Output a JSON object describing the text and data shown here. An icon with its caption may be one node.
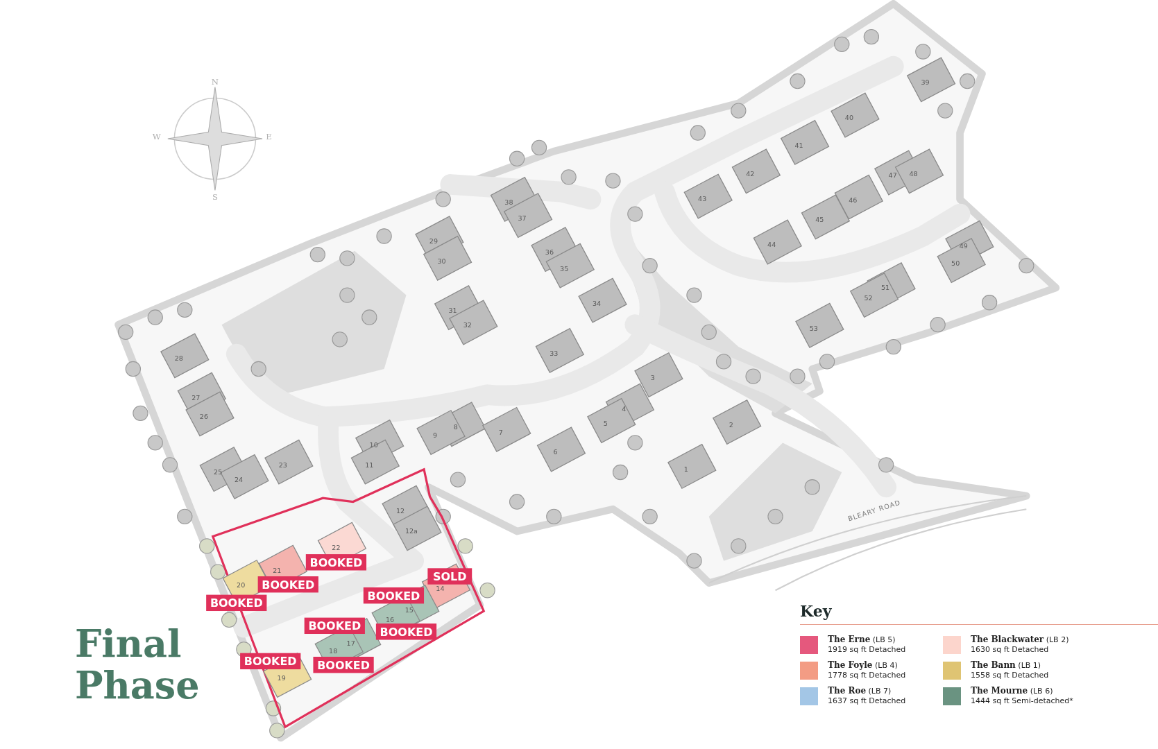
{
  "diagram": {
    "title": "Final Phase",
    "labels": [
      "N",
      "39",
      "40",
      "W",
      "E",
      "41",
      "42",
      "47",
      "48",
      "S",
      "43",
      "46",
      "38",
      "37",
      "45",
      "29",
      "44",
      "49",
      "36",
      "30",
      "50",
      "35",
      "51",
      "52",
      "34",
      "31",
      "32",
      "53",
      "33",
      "28",
      "3",
      "27",
      "4",
      "26",
      "5",
      "2",
      "8",
      "7",
      "9",
      "10",
      "6",
      "23",
      "11",
      "1",
      "25",
      "24",
      "12",
      "BLEARY ROAD",
      "12a",
      "22",
      "BOOKED",
      "21",
      "SOLD",
      "BOOKED",
      "20",
      "14",
      "BOOKED",
      "BOOKED",
      "15",
      "16",
      "BOOKED",
      "BOOKED",
      "17",
      "18",
      "BOOKED",
      "BOOKED",
      "19",
      "Key"
    ],
    "legend": [
      {
        "text": "**The Erne** (LB 5) 1919 sq ft Detached",
        "color": "#e5587d"
      },
      {
        "text": "**The Blackwater** (LB 2) 1630 sq ft Detached",
        "color": "#fcd5cc"
      },
      {
        "text": "**The Foyle** (LB 4) 1778 sq ft Detached",
        "color": "#f39c84"
      },
      {
        "text": "**The Bann** (LB 1) 1558 sq ft Detached",
        "color": "#dfc473"
      },
      {
        "text": "**The Roe** (LB 7) 1637 sq ft Detached",
        "color": "#a3c6e6"
      },
      {
        "text": "**The Mourne** (LB 6) 1444 sq ft Semi-detached*",
        "color": "#6a9381"
      }
    ]
  }
}
